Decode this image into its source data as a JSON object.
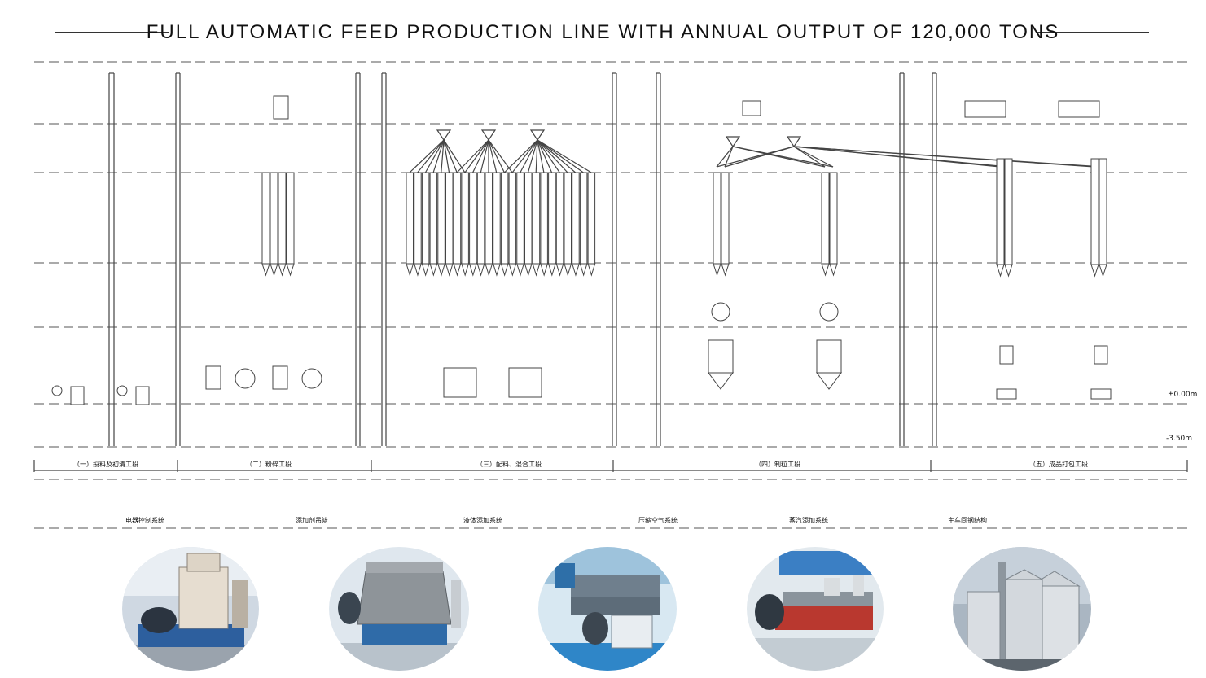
{
  "title": "FULL AUTOMATIC FEED PRODUCTION LINE WITH ANNUAL OUTPUT OF 120,000 TONS",
  "section_labels": [
    "（一）投料及初清工段",
    "（二）粉碎工段",
    "（三）配料、混合工段",
    "（四）制粒工段",
    "（五）成品打包工段"
  ],
  "system_labels": [
    "电器控制系统",
    "添加剂吊篮",
    "液体添加系统",
    "压缩空气系统",
    "蒸汽添加系统",
    "主车间钢结构"
  ],
  "level_labels": [
    "±0.00m",
    "-3.50m"
  ],
  "photos": [
    {
      "name": "hammer-mill-photo",
      "icon": "hammer-mill"
    },
    {
      "name": "mixer-photo",
      "icon": "paddle-mixer"
    },
    {
      "name": "pellet-mill-photo",
      "icon": "pellet-mill"
    },
    {
      "name": "extruder-photo",
      "icon": "extruder"
    },
    {
      "name": "silo-photo",
      "icon": "steel-silos"
    }
  ],
  "colors": {
    "line": "#444444",
    "dash": "#555555",
    "text": "#111111"
  }
}
